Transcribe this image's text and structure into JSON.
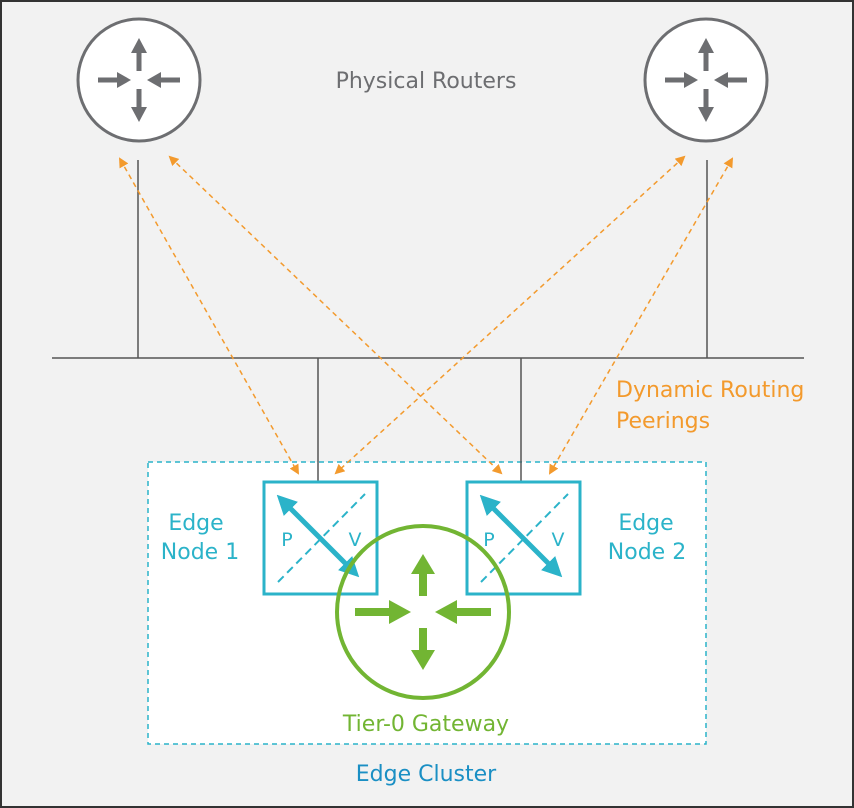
{
  "labels": {
    "physical_routers": "Physical Routers",
    "dynamic_routing_line1": "Dynamic Routing",
    "dynamic_routing_line2": "Peerings",
    "edge_node_1_line1": "Edge",
    "edge_node_1_line2": "Node 1",
    "edge_node_2_line1": "Edge",
    "edge_node_2_line2": "Node 2",
    "edge_node_1_p": "P",
    "edge_node_1_v": "V",
    "edge_node_2_p": "P",
    "edge_node_2_v": "V",
    "tier0_gateway": "Tier-0 Gateway",
    "edge_cluster": "Edge Cluster"
  },
  "colors": {
    "background": "#f2f2f2",
    "frame": "#333333",
    "router_gray": "#6d6e71",
    "line_gray": "#555555",
    "peering_orange": "#f39a2d",
    "edge_teal": "#2bb3c9",
    "cluster_label_blue": "#1a8fc4",
    "gateway_green": "#72b533"
  },
  "icons": [
    "router-icon",
    "edge-node-icon",
    "tier0-gateway-icon"
  ]
}
